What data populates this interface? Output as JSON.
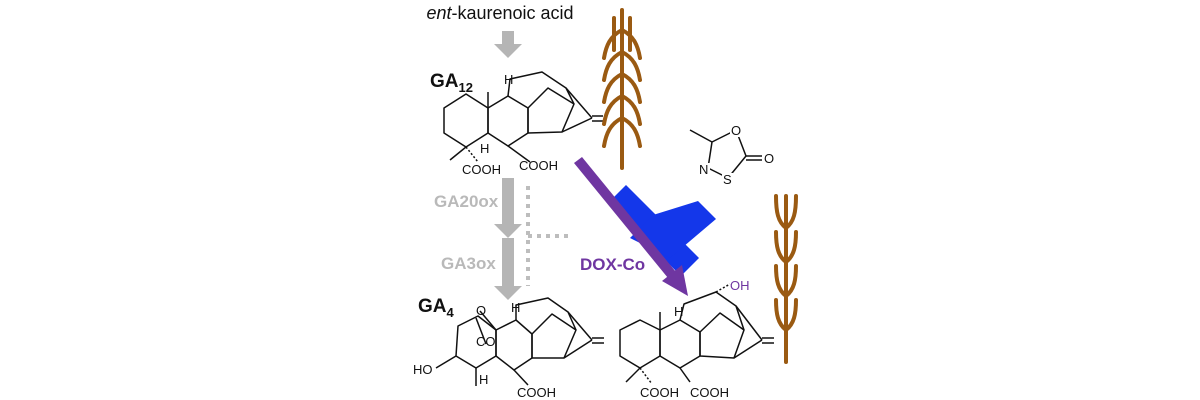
{
  "start_compound": {
    "prefix": "ent",
    "suffix": "-kaurenoic acid"
  },
  "ga12": {
    "base": "GA",
    "sub": "12",
    "cooh_left": "COOH",
    "cooh_right": "COOH",
    "h_top": "H",
    "h_mid": "H"
  },
  "enzymes": {
    "first": "GA20ox",
    "second": "GA3ox"
  },
  "ga4": {
    "base": "GA",
    "sub": "4",
    "o_label": "O",
    "co_label": "CO",
    "ho_label": "HO",
    "h_label": "H",
    "cooh": "COOH",
    "h_top": "H"
  },
  "inhibitor": {
    "label": "DOX-Co",
    "ring_n": "N",
    "ring_o": "O",
    "ring_s": "S",
    "carbonyl_o": "O"
  },
  "product": {
    "oh_label": "OH",
    "h_label": "H",
    "cooh_left": "COOH",
    "cooh_right": "COOH"
  },
  "colors": {
    "purple": "#6f36a1",
    "blue": "#1437ea",
    "brown": "#9a5a12",
    "gray": "#b9b9b9",
    "black": "#111111"
  },
  "icons": [
    "tall-plant-icon",
    "short-plant-icon",
    "inhibition-icon"
  ]
}
